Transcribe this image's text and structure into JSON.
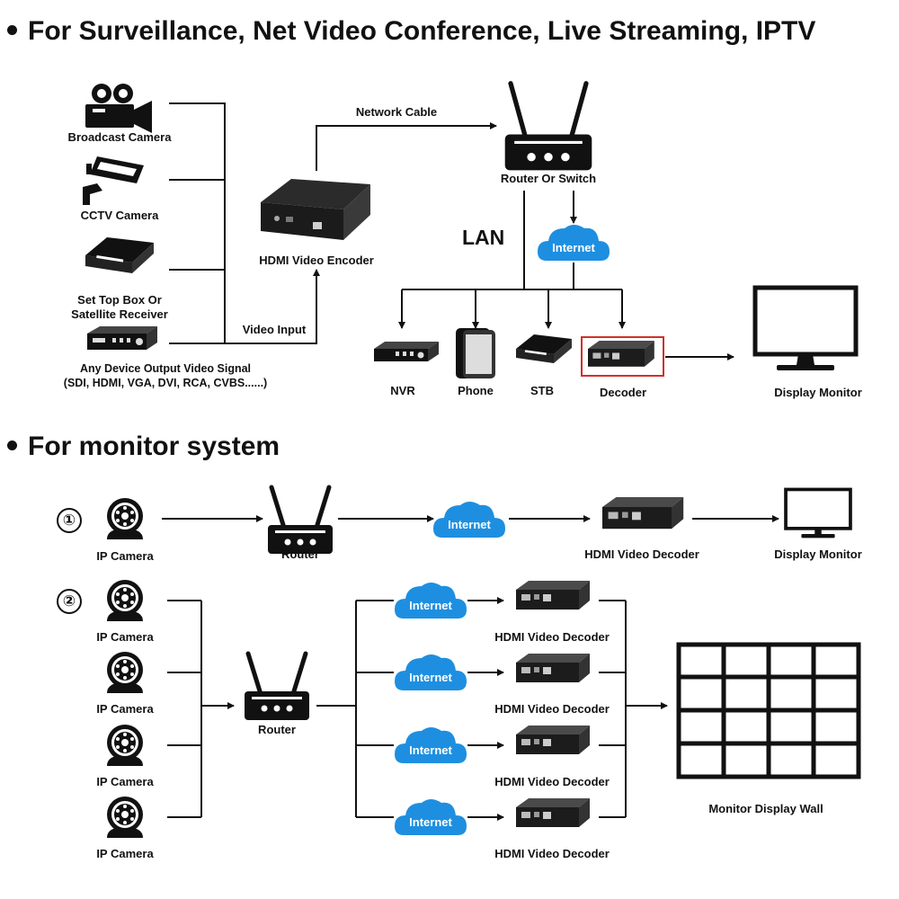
{
  "headings": {
    "top": "For Surveillance, Net Video Conference, Live Streaming, IPTV",
    "bottom": "For monitor system"
  },
  "top_section": {
    "sources": {
      "broadcast_camera": "Broadcast Camera",
      "cctv_camera": "CCTV Camera",
      "set_top_box_line1": "Set Top Box Or",
      "set_top_box_line2": "Satellite Receiver",
      "any_device_line1": "Any Device Output Video Signal",
      "any_device_line2": "(SDI, HDMI, VGA, DVI, RCA, CVBS......)"
    },
    "video_input": "Video Input",
    "encoder": "HDMI Video Encoder",
    "network_cable": "Network Cable",
    "router_switch": "Router Or Switch",
    "lan": "LAN",
    "internet": "Internet",
    "endpoints": {
      "nvr": "NVR",
      "phone": "Phone",
      "stb": "STB",
      "decoder": "Decoder"
    },
    "display_monitor": "Display Monitor"
  },
  "bottom_section": {
    "scenario1": {
      "number": "①",
      "ip_camera": "IP Camera",
      "router": "Router",
      "internet": "Internet",
      "decoder": "HDMI Video Decoder",
      "display": "Display Monitor"
    },
    "scenario2": {
      "number": "②",
      "cameras": [
        "IP Camera",
        "IP Camera",
        "IP Camera",
        "IP Camera"
      ],
      "router": "Router",
      "internets": [
        "Internet",
        "Internet",
        "Internet",
        "Internet"
      ],
      "decoders": [
        "HDMI Video Decoder",
        "HDMI Video Decoder",
        "HDMI Video Decoder",
        "HDMI Video Decoder"
      ],
      "wall": "Monitor Display Wall"
    }
  },
  "colors": {
    "ink": "#111111",
    "cloud": "#1e8fe0",
    "highlight": "#d0302c"
  }
}
